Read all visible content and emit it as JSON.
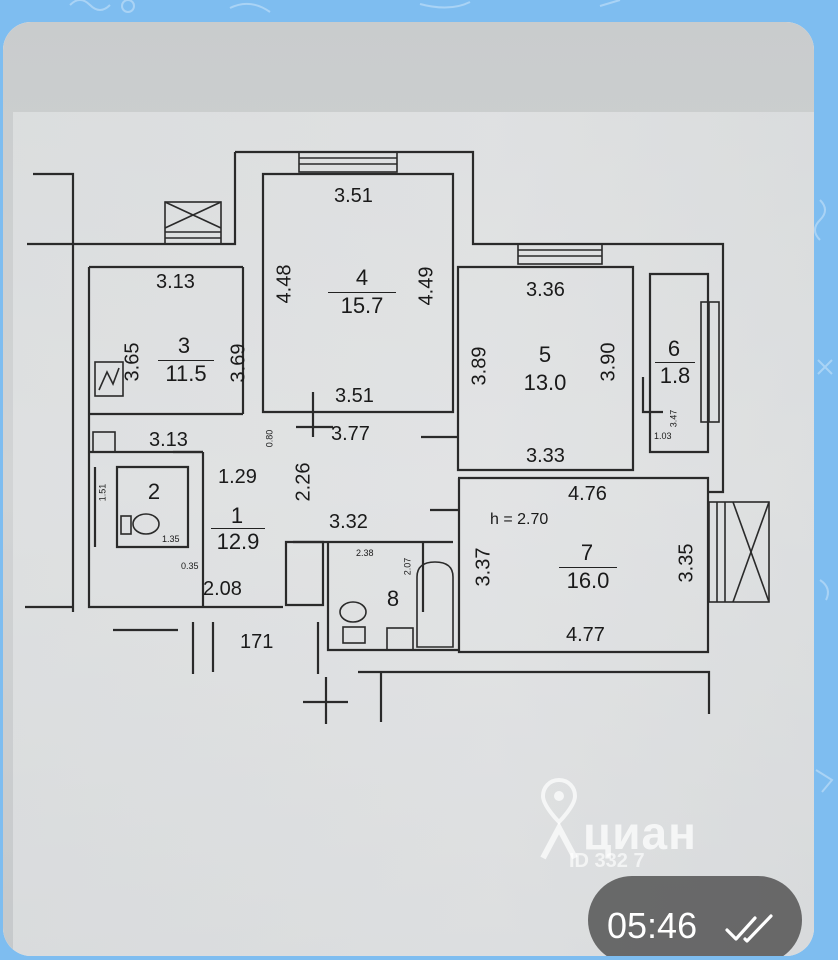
{
  "message": {
    "time": "05:46",
    "status_icon": "double-check-icon"
  },
  "watermark": {
    "brand": "циан",
    "id": "ID 332   7"
  },
  "plan": {
    "ceiling_height": "h = 2.70",
    "rooms": [
      {
        "num": "1",
        "area": "12.9"
      },
      {
        "num": "2",
        "area": ""
      },
      {
        "num": "3",
        "area": "11.5"
      },
      {
        "num": "4",
        "area": "15.7"
      },
      {
        "num": "5",
        "area": "13.0"
      },
      {
        "num": "6",
        "area": "1.8"
      },
      {
        "num": "7",
        "area": "16.0"
      },
      {
        "num": "8",
        "area": ""
      }
    ],
    "dims": {
      "r4_top": "3.51",
      "r4_left": "4.48",
      "r4_right": "4.49",
      "r4_bottom": "3.51",
      "r3_top": "3.13",
      "r3_left": "3.65",
      "r3_right": "3.69",
      "r3_bottom": "3.13",
      "r5_top": "3.36",
      "r5_left": "3.89",
      "r5_right": "3.90",
      "r5_bottom": "3.33",
      "r6_a": "1.03",
      "r6_b": "3.47",
      "hall_a": "3.77",
      "hall_b": "0.80",
      "hall_c": "1.29",
      "hall_d": "2.26",
      "hall_e": "3.32",
      "r2_a": "1.51",
      "r2_b": "1.35",
      "r1_a": "0.35",
      "r1_b": "2.08",
      "r8_a": "2.38",
      "r8_b": "2.07",
      "r7_top": "4.76",
      "r7_left": "3.37",
      "r7_right": "3.35",
      "r7_bottom": "4.77",
      "stair": "171"
    }
  }
}
